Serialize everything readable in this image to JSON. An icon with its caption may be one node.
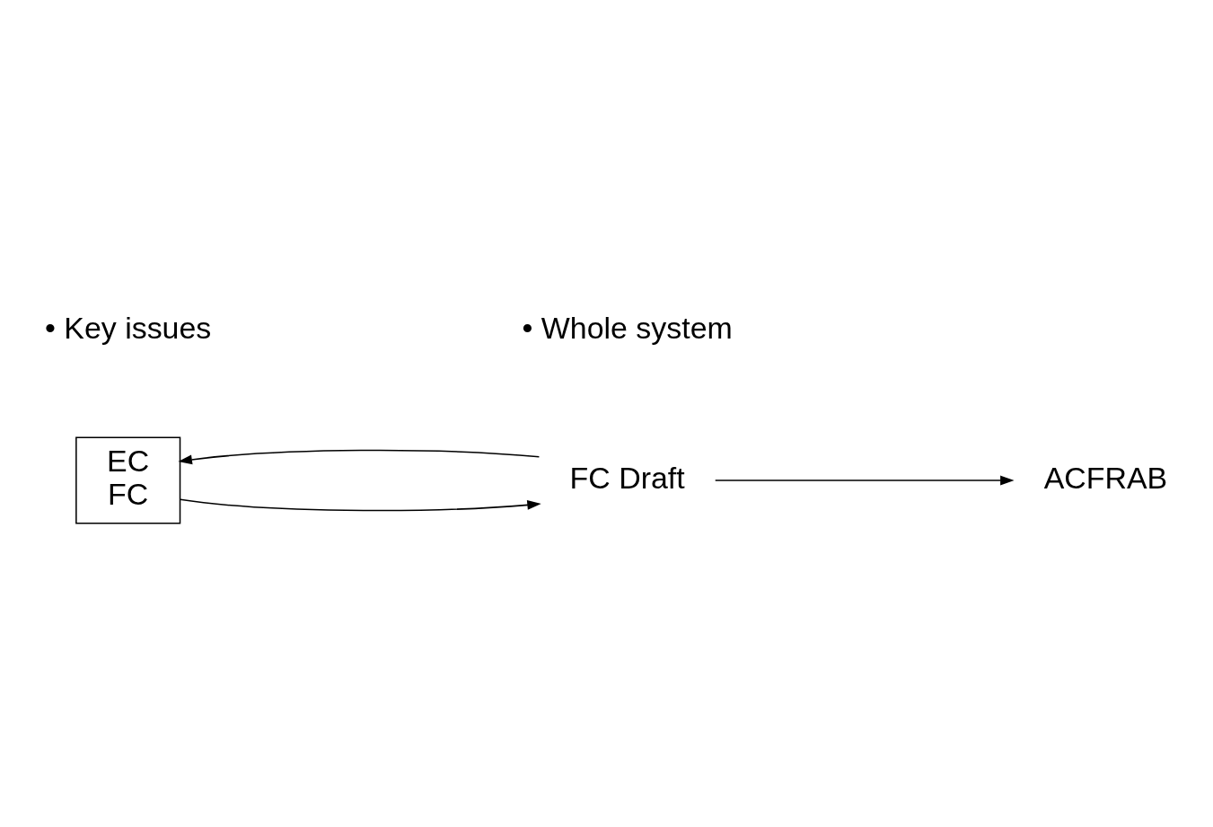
{
  "diagram": {
    "nodes": [
      {
        "text": [
          "EC",
          "FC"
        ]
      },
      {
        "text": [
          "FC Draft"
        ]
      },
      {
        "text": [
          "ACFRAB"
        ]
      }
    ],
    "edges": [
      {
        "from": 0,
        "to": 1,
        "arrow": "to"
      },
      {
        "from": 1,
        "to": 0,
        "arrow": "to"
      },
      {
        "from": 1,
        "to": 2,
        "arrow": "to"
      }
    ],
    "labels": [
      "• Key issues",
      "• Whole system"
    ]
  }
}
